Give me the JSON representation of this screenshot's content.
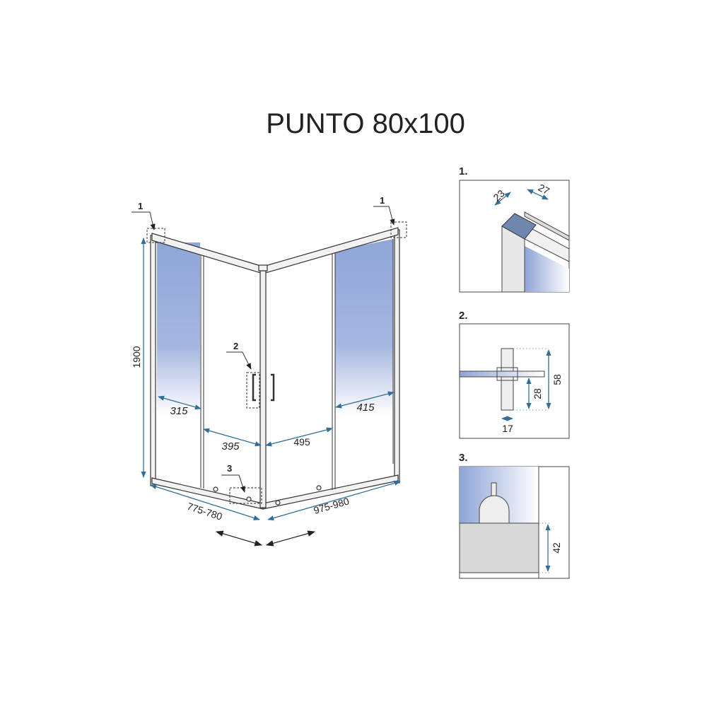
{
  "title": "PUNTO 80x100",
  "main_drawing": {
    "callouts": [
      "1",
      "1",
      "2",
      "3"
    ],
    "dimensions": {
      "height": "1900",
      "left_fixed_panel": "315",
      "right_fixed_panel": "415",
      "left_door_opening": "395",
      "right_door_opening": "495",
      "left_width_range": "775-780",
      "right_width_range": "975-980"
    }
  },
  "details": [
    {
      "label": "1.",
      "dimensions": [
        "23",
        "27"
      ]
    },
    {
      "label": "2.",
      "dimensions": [
        "58",
        "28",
        "17"
      ]
    },
    {
      "label": "3.",
      "dimensions": [
        "42"
      ]
    }
  ],
  "colors": {
    "glass": "#9fb3dc",
    "dimension": "#2f6f9a",
    "frame": "#f2f2f2"
  }
}
